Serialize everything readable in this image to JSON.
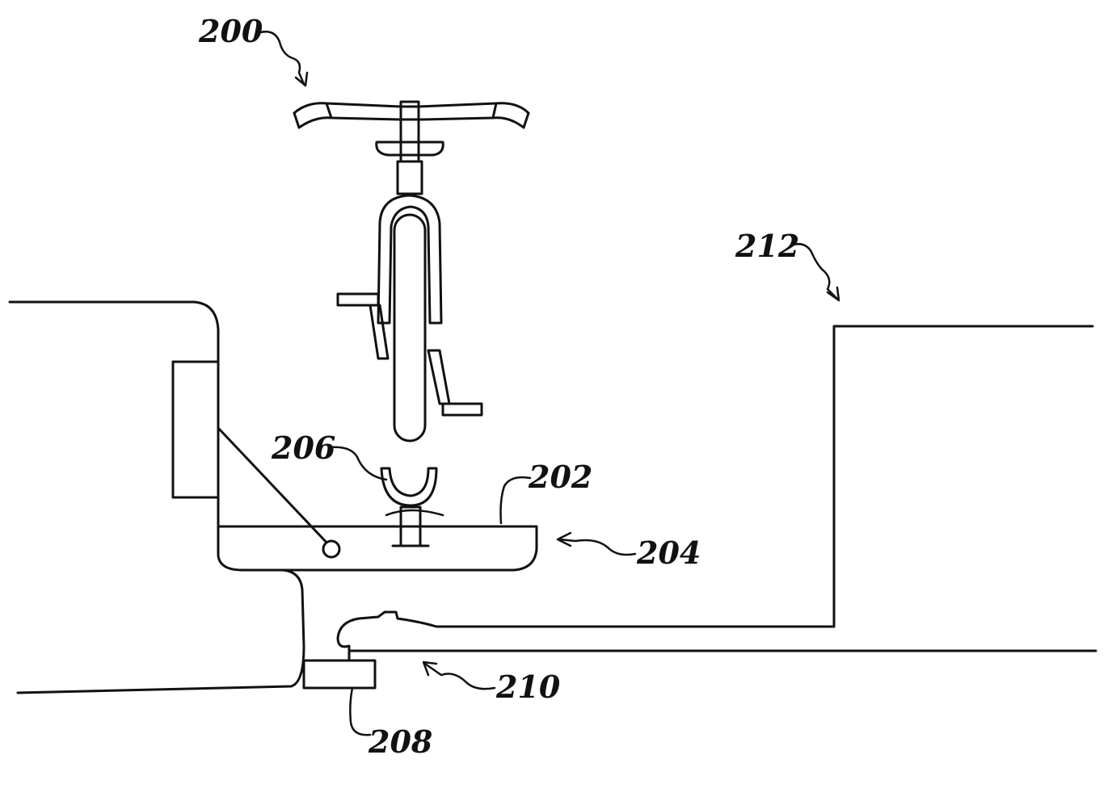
{
  "labels": {
    "bicycle": "200",
    "arm": "202",
    "carrier": "204",
    "cradle": "206",
    "hitch": "208",
    "receiver": "210",
    "vehicle": "212"
  },
  "colors": {
    "line": "#111111",
    "background": "#ffffff"
  }
}
